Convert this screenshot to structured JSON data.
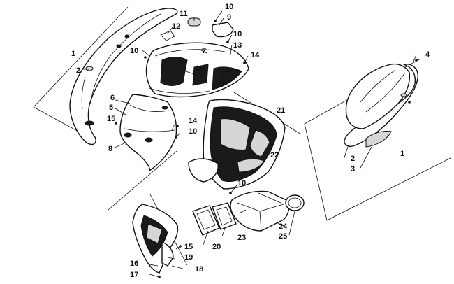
{
  "colors": {
    "line": "#111111",
    "fill": "#ffffff",
    "shade": "#1a1a1a",
    "tint": "#d6d6d6"
  },
  "callouts": {
    "c1a": "1",
    "c2a": "2",
    "c5": "5",
    "c6": "6",
    "c15a": "15",
    "c8": "8",
    "c10a": "10",
    "c12": "12",
    "c11": "11",
    "c10b": "10",
    "c9": "9",
    "c10c": "10",
    "c7": "7",
    "c13": "13",
    "c14a": "14",
    "c10d": "10",
    "c14b": "14",
    "c10e": "10",
    "c21": "21",
    "c22": "22",
    "c10f": "10",
    "c4": "4",
    "c1b": "1",
    "c2b": "2",
    "c3": "3",
    "c20": "20",
    "c23": "23",
    "c24": "24",
    "c25": "25",
    "c15b": "15",
    "c19": "19",
    "c16": "16",
    "c17": "17",
    "c18": "18"
  }
}
